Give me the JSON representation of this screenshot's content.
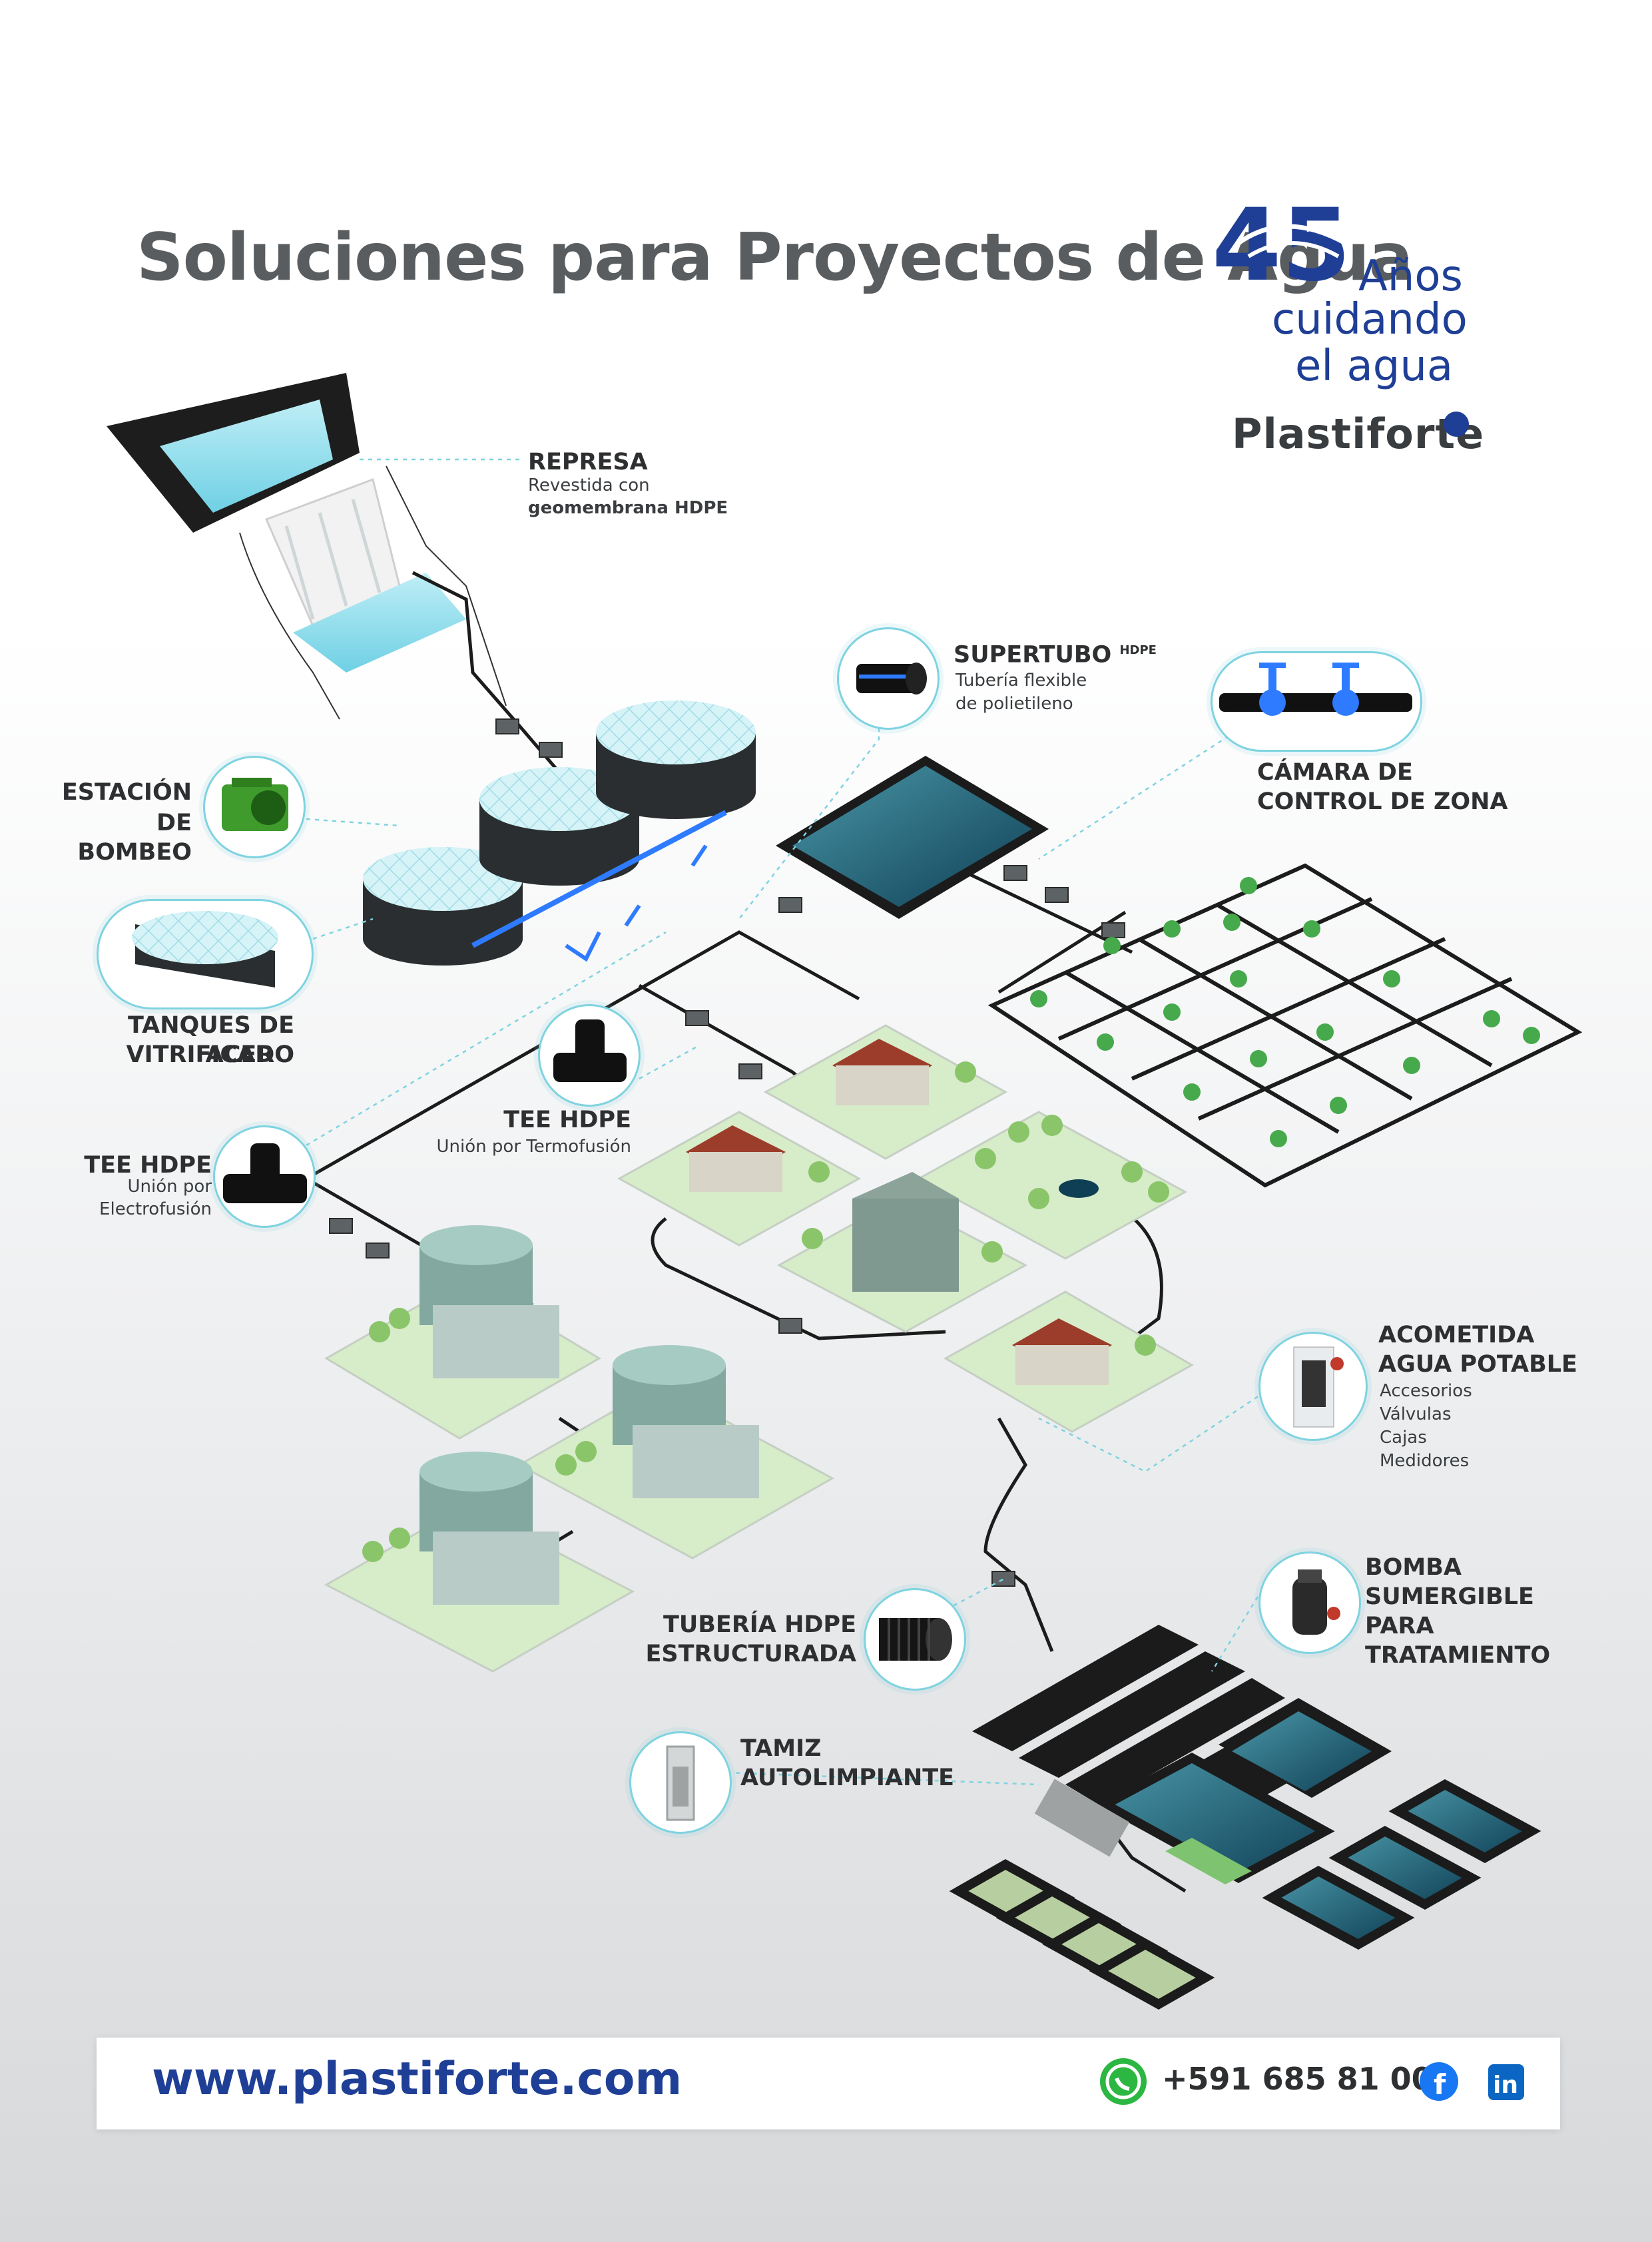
{
  "title": "Soluciones para Proyectos de Agua",
  "brand": {
    "years_number": "45",
    "years_label": "Años",
    "tagline_line1": "cuidando",
    "tagline_line2": "el agua",
    "company": "Plastiforte",
    "accent_color": "#1f3f96",
    "highlight_color": "#7fd3e0"
  },
  "labels": {
    "represa": {
      "title": "REPRESA",
      "line1": "Revestida con",
      "line2": "geomembrana HDPE"
    },
    "supertubo": {
      "title": "SUPERTUBO",
      "superscript": "HDPE",
      "line1": "Tubería flexible",
      "line2": "de polietileno"
    },
    "camara": {
      "line1": "CÁMARA DE",
      "line2": "CONTROL DE ZONA"
    },
    "estacion": {
      "line1": "ESTACIÓN",
      "line2": "DE BOMBEO"
    },
    "tanques": {
      "line1": "TANQUES DE ACERO",
      "line2": "VITRIFICADO"
    },
    "tee_termo": {
      "title": "TEE HDPE",
      "sub": "Unión por Termofusión"
    },
    "tee_electro": {
      "title": "TEE HDPE",
      "sub1": "Unión por",
      "sub2": "Electrofusión"
    },
    "acometida": {
      "line1": "ACOMETIDA",
      "line2": "AGUA POTABLE",
      "items": [
        "Accesorios",
        "Válvulas",
        "Cajas",
        "Medidores"
      ]
    },
    "bomba": {
      "line1": "BOMBA",
      "line2": "SUMERGIBLE",
      "line3": "PARA",
      "line4": "TRATAMIENTO"
    },
    "tuberia": {
      "line1": "TUBERÍA HDPE",
      "line2": "ESTRUCTURADA"
    },
    "tamiz": {
      "line1": "TAMIZ",
      "line2": "AUTOLIMPIANTE"
    }
  },
  "footer": {
    "website": "www.plastiforte.com",
    "phone": "+591 685 81 002",
    "icons": [
      "whatsapp-icon",
      "facebook-icon",
      "linkedin-icon"
    ]
  }
}
